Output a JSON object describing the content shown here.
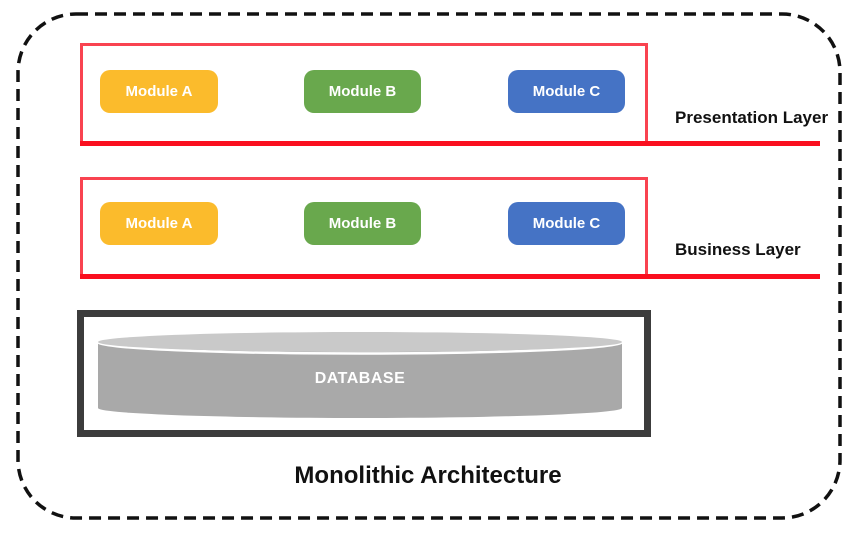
{
  "title": "Monolithic Architecture",
  "layers": [
    {
      "label": "Presentation Layer",
      "modules": [
        {
          "label": "Module A",
          "color": "#fbbb2c"
        },
        {
          "label": "Module B",
          "color": "#69a84d"
        },
        {
          "label": "Module C",
          "color": "#4573c5"
        }
      ]
    },
    {
      "label": "Business Layer",
      "modules": [
        {
          "label": "Module A",
          "color": "#fbbb2c"
        },
        {
          "label": "Module B",
          "color": "#69a84d"
        },
        {
          "label": "Module C",
          "color": "#4573c5"
        }
      ]
    }
  ],
  "database": {
    "label": "DATABASE"
  },
  "colors": {
    "layer_border": "#f94350",
    "layer_underline": "#fa0f1f",
    "boundary_dash": "#111111",
    "db_frame": "#3c3c3c",
    "cylinder_body": "#a9a9a9",
    "cylinder_top": "#c9c9c9",
    "module_text": "#ffffff",
    "label_text": "#111111"
  }
}
